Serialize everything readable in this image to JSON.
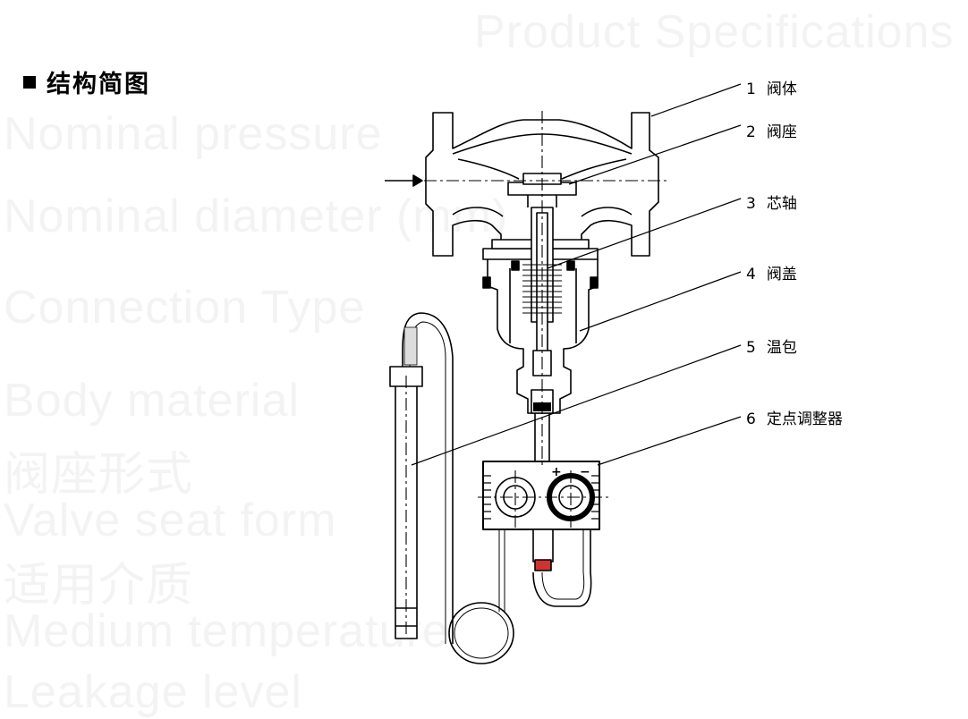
{
  "heading": {
    "title": "结构简图"
  },
  "parts": [
    {
      "num": "1",
      "name": "阀体"
    },
    {
      "num": "2",
      "name": "阀座"
    },
    {
      "num": "3",
      "name": "芯轴"
    },
    {
      "num": "4",
      "name": "阀盖"
    },
    {
      "num": "5",
      "name": "温包"
    },
    {
      "num": "6",
      "name": "定点调整器"
    }
  ],
  "adjuster": {
    "plus": "+",
    "minus": "−"
  },
  "background_ghost_text": [
    "Product Specifications",
    "Nominal pressure",
    "Nominal diameter (mm)",
    "Connection Type",
    "Body material",
    "阀座形式",
    "Valve seat form",
    "适用介质",
    "Medium temperature",
    "Leakage level"
  ]
}
